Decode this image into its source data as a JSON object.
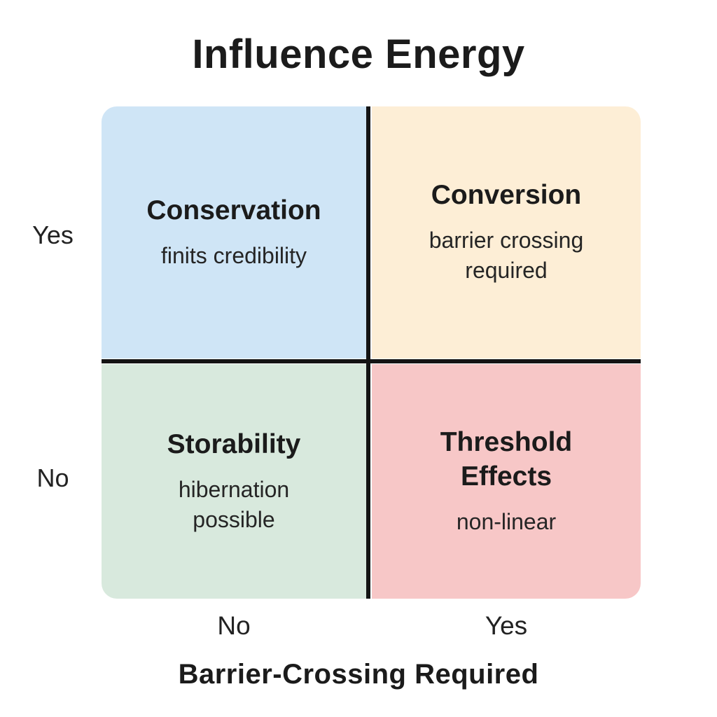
{
  "title": "Influence Energy",
  "y_axis": {
    "top_label": "Yes",
    "bottom_label": "No"
  },
  "x_axis": {
    "left_label": "No",
    "right_label": "Yes",
    "title": "Barrier-Crossing Required"
  },
  "quadrants": {
    "top_left": {
      "heading": "Conservation",
      "subtitle": "finits credibility",
      "color": "#cfe5f6"
    },
    "top_right": {
      "heading": "Conversion",
      "subtitle": "barrier crossing required",
      "color": "#fdeed6"
    },
    "bottom_left": {
      "heading": "Storability",
      "subtitle": "hibernation possible",
      "color": "#d8e9dd"
    },
    "bottom_right": {
      "heading": "Threshold Effects",
      "subtitle": "non-linear",
      "color": "#f7c7c7"
    }
  },
  "colors": {
    "background": "#ffffff",
    "divider": "#141414",
    "text": "#1b1b1b"
  }
}
